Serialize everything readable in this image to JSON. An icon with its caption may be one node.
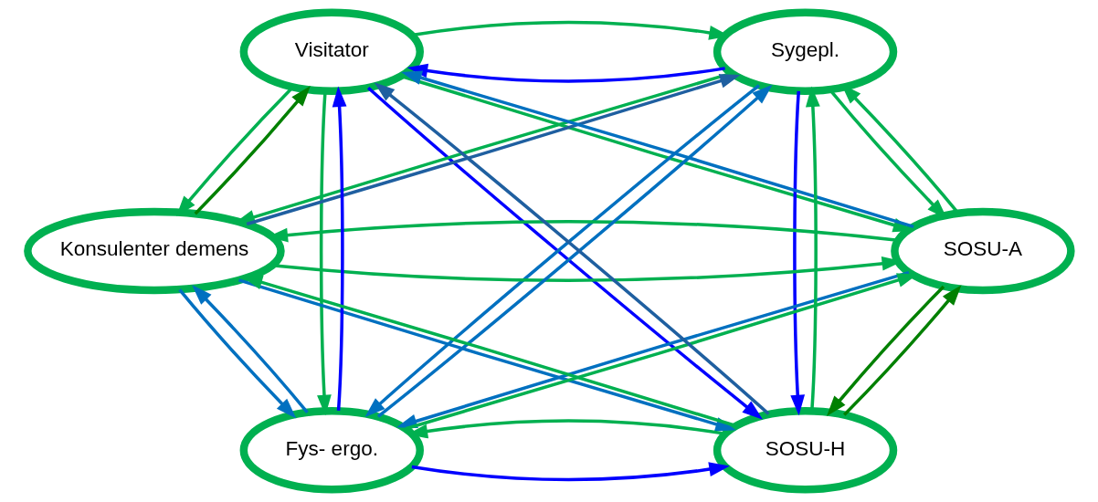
{
  "diagram": {
    "nodes": [
      {
        "text": [
          "Visitator"
        ]
      },
      {
        "text": [
          "Sygepl."
        ]
      },
      {
        "text": [
          "Konsulenter demens"
        ]
      },
      {
        "text": [
          "SOSU-A"
        ]
      },
      {
        "text": [
          "Fys- ergo."
        ]
      },
      {
        "text": [
          "SOSU-H"
        ]
      }
    ],
    "edges": [
      {
        "from": 1,
        "to": 0,
        "arrow": "to",
        "color": "#0000ff"
      },
      {
        "from": 0,
        "to": 1,
        "arrow": "to"
      },
      {
        "from": 2,
        "to": 0,
        "arrow": "to",
        "color": "#008000"
      },
      {
        "from": 0,
        "to": 2,
        "arrow": "to"
      },
      {
        "from": 1,
        "to": 2,
        "arrow": "to"
      },
      {
        "from": 2,
        "to": 1,
        "arrow": "to",
        "color": "#1f5fa0"
      },
      {
        "from": 2,
        "to": 3,
        "arrow": "to"
      },
      {
        "from": 3,
        "to": 2,
        "arrow": "to"
      },
      {
        "from": 2,
        "to": 4,
        "arrow": "to",
        "color": "#0070c0"
      },
      {
        "from": 4,
        "to": 2,
        "arrow": "to",
        "color": "#0070c0"
      },
      {
        "from": 2,
        "to": 5,
        "arrow": "to",
        "color": "#0070c0"
      },
      {
        "from": 5,
        "to": 2,
        "arrow": "to"
      },
      {
        "from": 0,
        "to": 4,
        "arrow": "to"
      },
      {
        "from": 4,
        "to": 0,
        "arrow": "to",
        "color": "#0000ff"
      },
      {
        "from": 3,
        "to": 0,
        "arrow": "to",
        "color": "#0070c0"
      },
      {
        "from": 0,
        "to": 3,
        "arrow": "to"
      },
      {
        "from": 0,
        "to": 5,
        "arrow": "to",
        "color": "#0000ff"
      },
      {
        "from": 5,
        "to": 0,
        "arrow": "to",
        "color": "#1f5fa0"
      },
      {
        "from": 1,
        "to": 3,
        "arrow": "to"
      },
      {
        "from": 3,
        "to": 1,
        "arrow": "to"
      },
      {
        "from": 1,
        "to": 5,
        "arrow": "to",
        "color": "#0000ff"
      },
      {
        "from": 5,
        "to": 1,
        "arrow": "to"
      },
      {
        "from": 1,
        "to": 4,
        "arrow": "to",
        "color": "#0070c0"
      },
      {
        "from": 4,
        "to": 1,
        "arrow": "to",
        "color": "#0070c0"
      },
      {
        "from": 3,
        "to": 5,
        "arrow": "to",
        "color": "#008000"
      },
      {
        "from": 5,
        "to": 3,
        "arrow": "to",
        "color": "#008000"
      },
      {
        "from": 3,
        "to": 4,
        "arrow": "to",
        "color": "#0070c0"
      },
      {
        "from": 4,
        "to": 3,
        "arrow": "to"
      },
      {
        "from": 4,
        "to": 5,
        "arrow": "to",
        "color": "#0000ff"
      },
      {
        "from": 5,
        "to": 4,
        "arrow": "to"
      }
    ]
  }
}
